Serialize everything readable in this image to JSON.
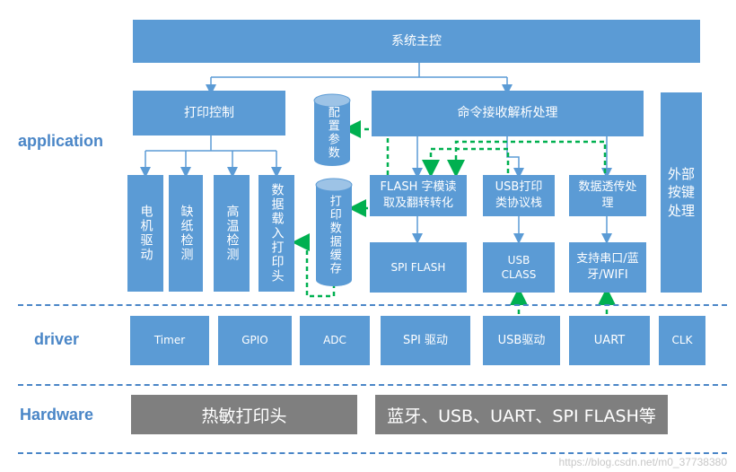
{
  "colors": {
    "box": "#5b9bd5",
    "hardware": "#7f7f7f",
    "green_arrow": "#00b050",
    "label": "#4a86c7"
  },
  "layers": {
    "application": "application",
    "driver": "driver",
    "hardware": "Hardware"
  },
  "app": {
    "main_control": "系统主控",
    "print_control": "打印控制",
    "cmd_parse": "命令接收解析处理",
    "config_params": "配置参数",
    "print_cache": "打印数据缓存",
    "motor": "电机驱动",
    "paper_detect": "缺纸检测",
    "temp_detect": "高温检测",
    "data_load": "数据载入打印头",
    "flash_font": "FLASH 字模读取及翻转转化",
    "usb_print": "USB打印类协议栈",
    "transparent": "数据透传处理",
    "spi_flash": "SPI FLASH",
    "usb_class": "USB CLASS",
    "serial_bt": "支持串口/蓝牙/WIFI",
    "ext_key": "外部按键处理"
  },
  "driver": {
    "timer": "Timer",
    "gpio": "GPIO",
    "adc": "ADC",
    "spi": "SPI 驱动",
    "usb": "USB驱动",
    "uart": "UART",
    "clk": "CLK"
  },
  "hardware": {
    "thermal_head": "热敏打印头",
    "peripherals": "蓝牙、USB、UART、SPI FLASH等"
  },
  "watermark": "https://blog.csdn.net/m0_37738380"
}
